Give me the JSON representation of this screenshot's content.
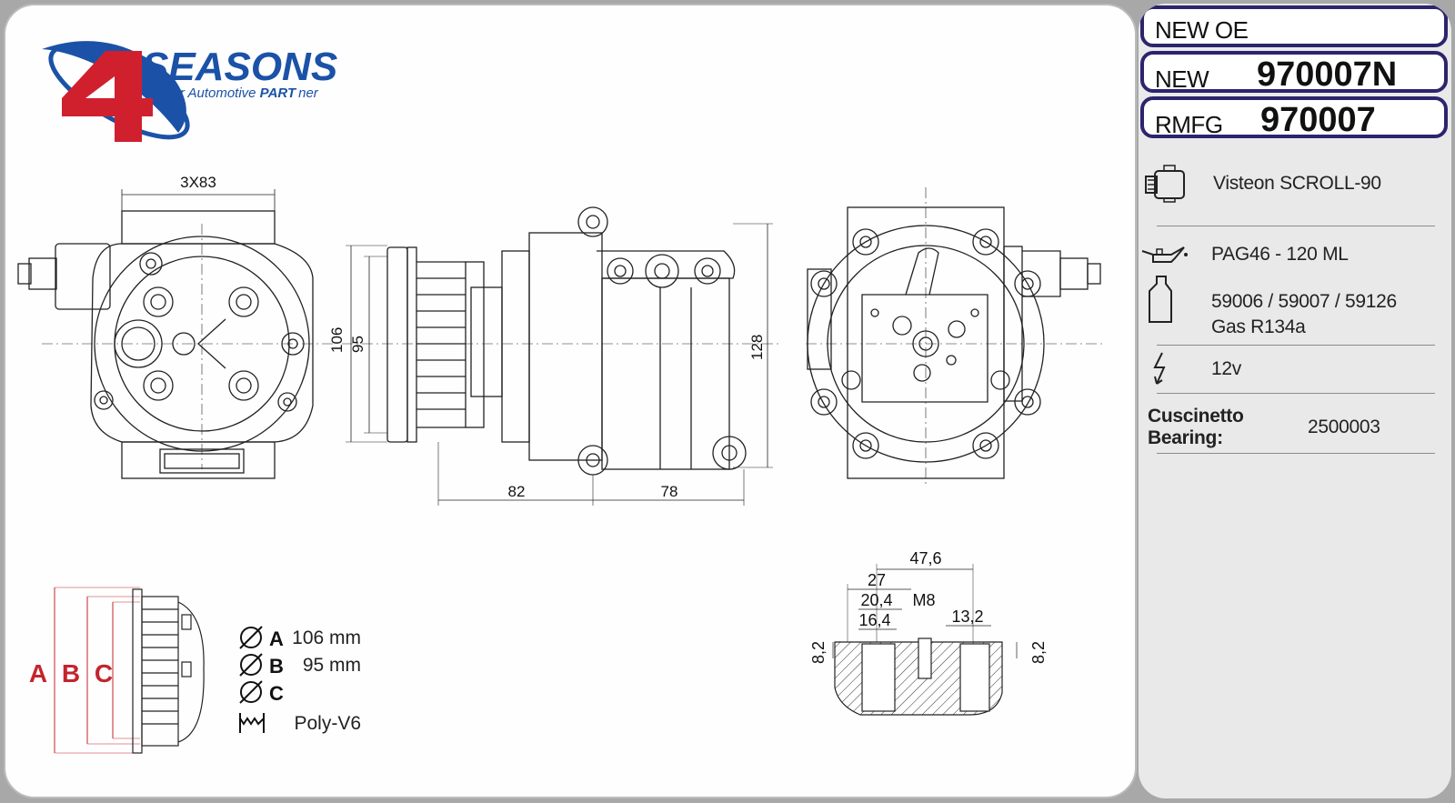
{
  "brand": {
    "name": "SEASONS",
    "tagline_prefix": "Your Automotive ",
    "tagline_part": "PART",
    "tagline_suffix": "ner",
    "logo_number": "4"
  },
  "identifiers": {
    "new_oe_label": "NEW OE",
    "new_label": "NEW",
    "new_value": "970007N",
    "rmfg_label": "RMFG",
    "rmfg_value": "970007"
  },
  "specs": {
    "compressor_model": "Visteon SCROLL-90",
    "oil": "PAG46 - 120 ML",
    "refrigerant_refs": "59006 / 59007 / 59126",
    "refrigerant_gas": "Gas R134a",
    "voltage": "12v",
    "bearing_label_1": "Cuscinetto",
    "bearing_label_2": "Bearing:",
    "bearing_value": "2500003"
  },
  "pulley": {
    "label_a": "A",
    "label_b": "B",
    "label_c": "C",
    "dia_a": "106 mm",
    "dia_b": "95 mm",
    "dia_c": "",
    "belt": "Poly-V6"
  },
  "dimensions": {
    "mount_spacing": "3X83",
    "height_106": "106",
    "height_95": "95",
    "height_128": "128",
    "length_82": "82",
    "length_78": "78",
    "port_47_6": "47,6",
    "port_27": "27",
    "port_20_4": "20,4",
    "port_16_4": "16,4",
    "port_m8": "M8",
    "port_13_2": "13,2",
    "port_8_2_left": "8,2",
    "port_8_2_right": "8,2"
  },
  "colors": {
    "navy": "#2c246d",
    "brand_blue": "#1b52a8",
    "brand_red": "#d0202e",
    "pulley_red": "#c4242c"
  },
  "icons": [
    "compressor-icon",
    "oil-can-icon",
    "oil-bottle-icon",
    "lightning-icon"
  ]
}
